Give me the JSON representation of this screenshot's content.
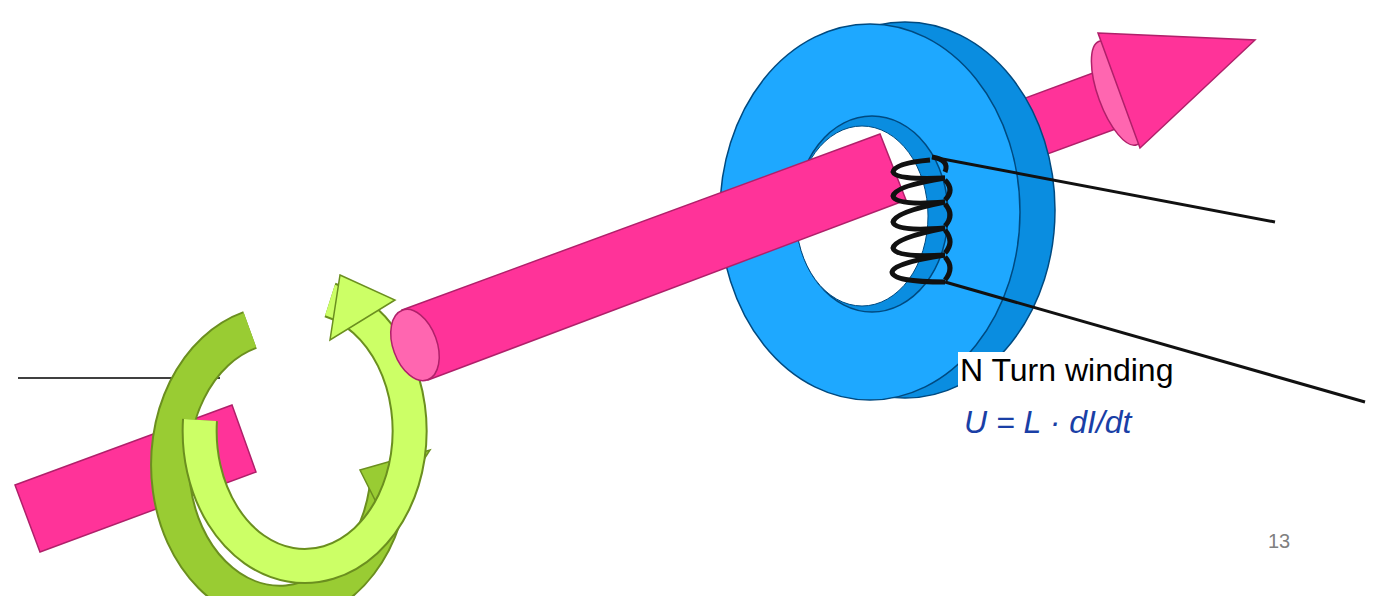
{
  "diagram": {
    "labels": [
      "N Turn winding",
      "U = L · dI/dt",
      "13"
    ]
  }
}
